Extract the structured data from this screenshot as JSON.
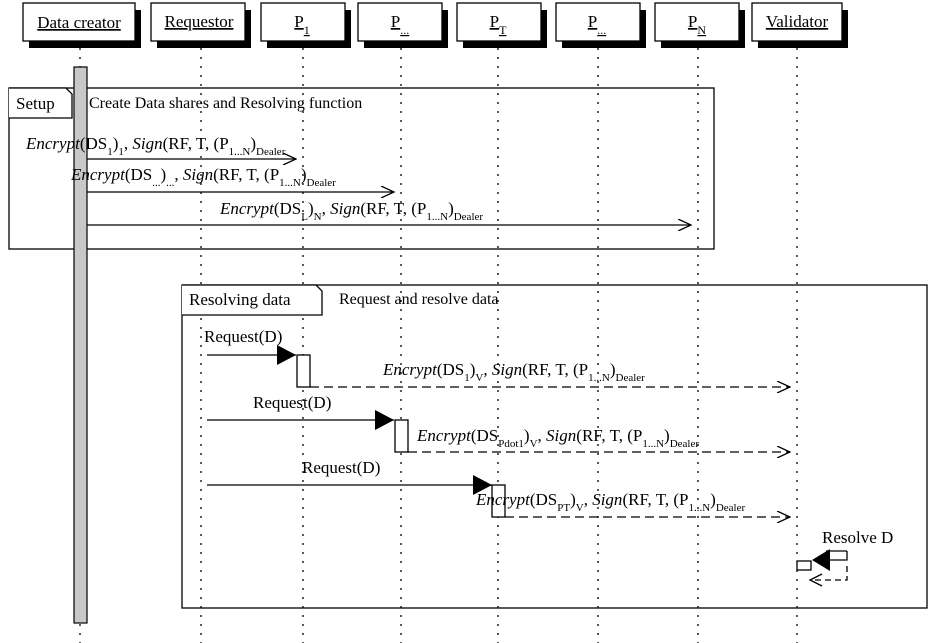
{
  "participants": [
    {
      "id": "data-creator",
      "label": "Data creator",
      "sub": ""
    },
    {
      "id": "requestor",
      "label": "Requestor",
      "sub": ""
    },
    {
      "id": "p1",
      "label": "P",
      "sub": "1"
    },
    {
      "id": "p-dots-1",
      "label": "P",
      "sub": "..."
    },
    {
      "id": "pt",
      "label": "P",
      "sub": "T"
    },
    {
      "id": "p-dots-2",
      "label": "P",
      "sub": "..."
    },
    {
      "id": "pn",
      "label": "P",
      "sub": "N"
    },
    {
      "id": "validator",
      "label": "Validator",
      "sub": ""
    }
  ],
  "setup": {
    "tag": "Setup",
    "description": "Create Data shares and Resolving function",
    "messages": [
      {
        "to": "P1",
        "encrypt": "Encrypt",
        "ds_sub": "1",
        "outer_sub": "1",
        "sign": "Sign",
        "sign_args": "(RF, T, (P",
        "p_range": "1...N",
        "dealer": "Dealer"
      },
      {
        "to": "P...",
        "encrypt": "Encrypt",
        "ds_sub": "...",
        "outer_sub": "...",
        "sign": "Sign",
        "sign_args": "(RF, T, (P",
        "p_range": "1...N",
        "dealer": "Dealer"
      },
      {
        "to": "PN",
        "encrypt": "Encrypt",
        "ds_sub": "L",
        "outer_sub": "N",
        "sign": "Sign",
        "sign_args": "(RF, T, (P",
        "p_range": "1...N",
        "dealer": "Dealer"
      }
    ]
  },
  "resolving": {
    "tag": "Resolving data",
    "description": "Request and resolve data",
    "request_label": "Request(D)",
    "responses": [
      {
        "encrypt": "Encrypt",
        "ds_sub": "1",
        "outer_sub": "V",
        "sign": "Sign",
        "sign_args": "(RF, T, (P",
        "p_range": "1...N",
        "dealer": "Dealer"
      },
      {
        "encrypt": "Encrypt",
        "ds_sub": "Pdot1",
        "outer_sub": "V",
        "sign": "Sign",
        "sign_args": "(RF, T, (P",
        "p_range": "1...N",
        "dealer": "Dealer"
      },
      {
        "encrypt": "Encrypt",
        "ds_sub": "PT",
        "outer_sub": "V",
        "sign": "Sign",
        "sign_args": "(RF, T, (P",
        "p_range": "1...N",
        "dealer": "Dealer"
      }
    ],
    "resolve_label": "Resolve D"
  }
}
